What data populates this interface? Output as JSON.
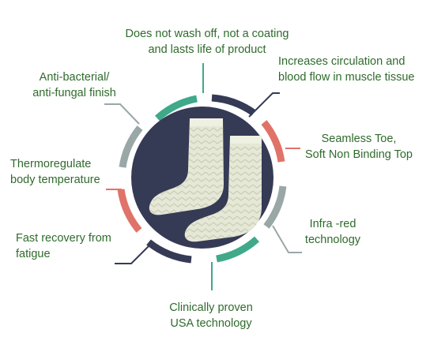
{
  "colors": {
    "text": "#2f6b2c",
    "dark_navy": "#353a55",
    "teal": "#3fa98a",
    "coral": "#e07369",
    "gray": "#9aa7a7",
    "sock": "#e5e8d6",
    "sock_pattern": "#c9ccb4"
  },
  "icons": {
    "center": "socks-icon"
  },
  "features": [
    {
      "line1": "Does not wash off, not a coating",
      "line2": "and lasts life of product"
    },
    {
      "line1": "Increases circulation and",
      "line2": "blood flow in muscle tissue"
    },
    {
      "line1": "Seamless Toe,",
      "line2": "Soft Non Binding Top"
    },
    {
      "line1": "Infra -red",
      "line2": "technology"
    },
    {
      "line1": "Clinically proven",
      "line2": "USA technology"
    },
    {
      "line1": "Fast recovery from",
      "line2": "fatigue"
    },
    {
      "line1": "Thermoregulate",
      "line2": "body temperature"
    },
    {
      "line1": "Anti-bacterial/",
      "line2": "anti-fungal finish"
    }
  ]
}
